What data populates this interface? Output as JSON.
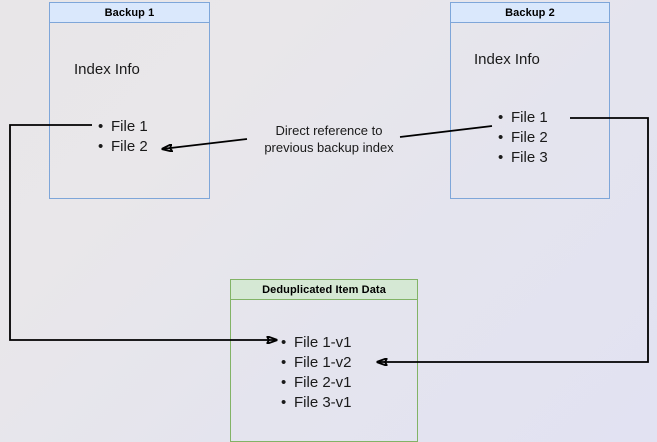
{
  "diagram": {
    "title_hidden": "Backup deduplication reference diagram",
    "background_colors": {
      "from": "#e8e6e8",
      "to": "#e2e2f2"
    },
    "palette": {
      "blue_border": "#7ea6d9",
      "blue_header_fill": "#dae8fc",
      "green_border": "#82b366",
      "green_header_fill": "#d5e8d4",
      "arrow_stroke": "#000000"
    },
    "boxes": [
      {
        "id": "backup-1",
        "header": "Backup 1",
        "label": "Index Info",
        "items": [
          "File 1",
          "File 2"
        ]
      },
      {
        "id": "backup-2",
        "header": "Backup 2",
        "label": "Index Info",
        "items": [
          "File 1",
          "File 2",
          "File 3"
        ]
      },
      {
        "id": "dedup-data",
        "header": "Deduplicated Item Data",
        "items": [
          "File 1-v1",
          "File 1-v2",
          "File 2-v1",
          "File 3-v1"
        ]
      }
    ],
    "edges": [
      {
        "id": "direct-reference",
        "label_line_1": "Direct reference to",
        "label_line_2": "previous backup index"
      }
    ]
  }
}
